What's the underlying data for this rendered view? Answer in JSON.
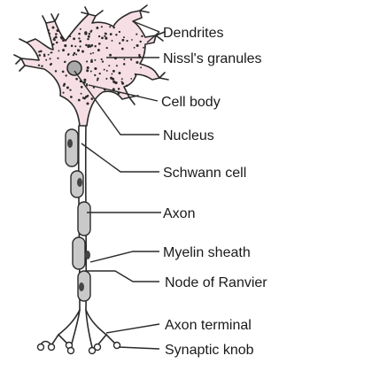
{
  "diagram": {
    "labels": {
      "dendrites": "Dendrites",
      "nissl": "Nissl's granules",
      "cell_body": "Cell body",
      "nucleus": "Nucleus",
      "schwann": "Schwann cell",
      "axon": "Axon",
      "myelin": "Myelin sheath",
      "node": "Node of Ranvier",
      "axon_terminal": "Axon terminal",
      "synaptic_knob": "Synaptic knob"
    },
    "colors": {
      "cell_body_fill": "#f6dfe4",
      "sheath_fill": "#c9c9c9",
      "nucleus_fill": "#a9a9a9",
      "outline": "#2a2a2a"
    }
  }
}
